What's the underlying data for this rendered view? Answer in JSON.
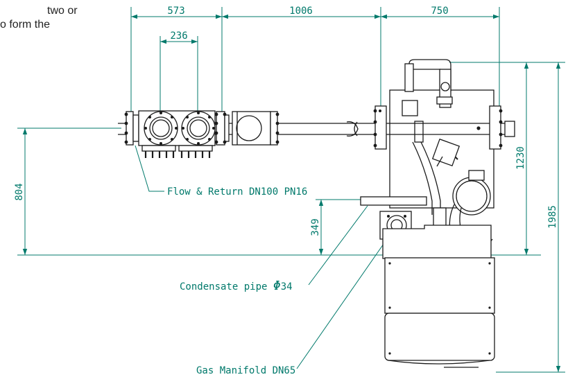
{
  "intro_text": {
    "line1": "two or",
    "line2": "o form the"
  },
  "dimensions": {
    "top_left_width": "573",
    "flange_pitch": "236",
    "middle_width": "1006",
    "right_width": "750",
    "flow_height": "804",
    "condensate_height": "349",
    "upper_height": "1230",
    "total_height": "1985"
  },
  "callouts": {
    "flow_return": "Flow & Return DN100 PN16",
    "condensate_prefix": "Condensate pipe ",
    "condensate_symbol": "Φ",
    "condensate_size": "34",
    "gas_manifold": "Gas Manifold DN65"
  },
  "colors": {
    "dimension_line": "#00796b",
    "drawing_line": "#1a1a1a"
  }
}
